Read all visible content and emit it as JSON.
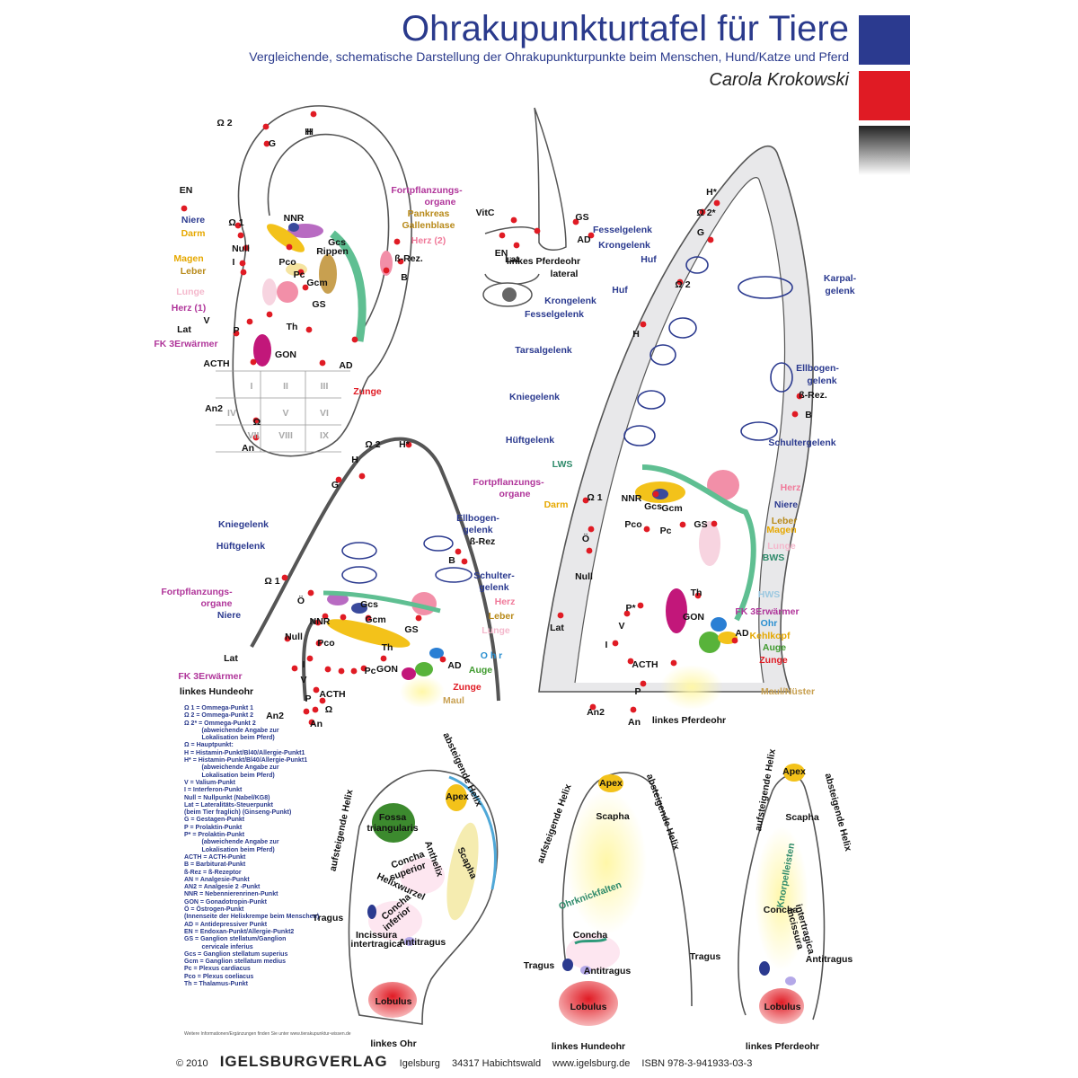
{
  "header": {
    "title": "Ohrakupunkturtafel für Tiere",
    "subtitle": "Vergleichende, schematische Darstellung der Ohrakupunkturpunkte beim Menschen, Hund/Katze und Pferd",
    "author": "Carola Krokowski"
  },
  "colors": {
    "point": "#e01b24",
    "navy": "#2b3a8f",
    "red": "#e01b24",
    "outline": "#555555"
  },
  "human_ear": {
    "labels": [
      "Ω 2",
      "H",
      "H",
      "G",
      "EN",
      "Niere",
      "Darm",
      "Ω 1",
      "NNR",
      "Null",
      "I",
      "Pco",
      "Gcs",
      "Magen",
      "Leber",
      "Pc",
      "Gcm",
      "Lunge",
      "GS",
      "Herz (1)",
      "V",
      "Lat",
      "P",
      "Th",
      "FK 3Erwärmer",
      "GON",
      "ACTH",
      "AD",
      "Zunge",
      "An2",
      "Ω",
      "An",
      "Fortpflanzungs-",
      "organe",
      "Pankreas",
      "Gallenblase",
      "Herz (2)",
      "ß-Rez.",
      "B",
      "Rippen"
    ],
    "zones": [
      "I",
      "II",
      "III",
      "IV",
      "V",
      "VI",
      "VII",
      "VIII",
      "IX"
    ]
  },
  "horse_head": {
    "labels": [
      "VitC",
      "GS",
      "EN",
      "AD",
      "Lat",
      "linkes Pferdeohr",
      "lateral"
    ]
  },
  "horse_ear": {
    "labels": [
      "H*",
      "Ω 2*",
      "Fesselgelenk",
      "Krongelenk",
      "G",
      "Huf",
      "Ω 2",
      "Karpal-",
      "gelenk",
      "Huf",
      "Krongelenk",
      "Fesselgelenk",
      "H",
      "Tarsalgelenk",
      "Ellbogen-",
      "gelenk",
      "ß-Rez.",
      "Kniegelenk",
      "B",
      "Hüftgelenk",
      "Schultergelenk",
      "LWS",
      "Fortpflanzungs-",
      "organe",
      "Ω 1",
      "Darm",
      "NNR",
      "Gcs",
      "Gcm",
      "Herz",
      "Niere",
      "Pco",
      "Pc",
      "GS",
      "Leber",
      "Magen",
      "Ö",
      "Lunge",
      "BWS",
      "Null",
      "HWS",
      "Th",
      "FK 3Erwärmer",
      "Ohr",
      "P*",
      "GON",
      "V",
      "AD",
      "Kehlkopf",
      "Lat",
      "I",
      "Auge",
      "Zunge",
      "ACTH",
      "Maul/Nüster",
      "P",
      "An2",
      "An",
      "linkes Pferdeohr"
    ]
  },
  "dog_ear": {
    "labels": [
      "Ω 2",
      "H*",
      "H",
      "G",
      "Kniegelenk",
      "Ellbogen-",
      "gelenk",
      "ß-Rez",
      "Hüftgelenk",
      "B",
      "Schulter-",
      "gelenk",
      "Ω 1",
      "Herz",
      "Fortpflanzungs-",
      "organe",
      "Ö",
      "Gcs",
      "Leber",
      "Niere",
      "NNR",
      "Gcm",
      "Null",
      "GS",
      "Lunge",
      "Pco",
      "Th",
      "O h r",
      "Lat",
      "I",
      "Pc",
      "GON",
      "AD",
      "Auge",
      "V",
      "FK 3Erwärmer",
      "ACTH",
      "Zunge",
      "linkes Hundeohr",
      "P",
      "Maul",
      "Ω",
      "An2",
      "An"
    ]
  },
  "legend": [
    "Ω 1 = Ommega-Punkt 1",
    "Ω 2 = Ommega-Punkt 2",
    "Ω 2* = Ommega-Punkt 2",
    "          (abweichende Angabe zur",
    "          Lokalisation beim Pferd)",
    "Ω = Hauptpunkt:",
    "H = Histamin-Punkt/Bl40/Allergie-Punkt1",
    "H* = Histamin-Punkt/Bl40/Allergie-Punkt1",
    "          (abweichende Angabe zur",
    "          Lokalisation beim Pferd)",
    "V = Valium-Punkt",
    "I = Interferon-Punkt",
    "Null = Nullpunkt (Nabel/KG8)",
    "Lat = Lateralitäts-Steuerpunkt",
    "(beim Tier fraglich) (Ginseng-Punkt)",
    "G = Gestagen-Punkt",
    "P = Prolaktin-Punkt",
    "P* = Prolaktin-Punkt",
    "          (abweichende Angabe zur",
    "          Lokalisation beim Pferd)",
    "ACTH = ACTH-Punkt",
    "B = Barbiturat-Punkt",
    "ß-Rez = ß-Rezeptor",
    "AN = Analgesie-Punkt",
    "AN2 = Analgesie 2 -Punkt",
    "NNR = Nebennierenrinen-Punkt",
    "GON = Gonadotropin-Punkt",
    "Ö = Östrogen-Punkt",
    "(Innenseite der Helixkrempe beim Menschen)",
    "AD = Antidepressiver Punkt",
    "EN = Endoxan-Punkt/Allergie-Punkt2",
    "GS = Ganglion stellatum/Ganglion",
    "          cervicale inferius",
    "Gcs = Ganglion stellatum superius",
    "Gcm = Ganglion stellatum medius",
    "Pc = Plexus cardiacus",
    "Pco = Plexus coeliacus",
    "Th = Thalamus-Punkt"
  ],
  "footnote": "Weitere Informationen/Ergänzungen finden Sie unter www.tierakupunktur-wissen.de",
  "anatomy_human": {
    "labels": [
      "absteigende Helix",
      "aufsteigende Helix",
      "Apex",
      "Fossa",
      "triangularis",
      "Scapha",
      "Anthelix",
      "Concha",
      "superior",
      "Helixwurzel",
      "Concha",
      "inferior",
      "Tragus",
      "Incissura",
      "intertragica",
      "Antitragus",
      "Lobulus",
      "linkes Ohr"
    ]
  },
  "anatomy_dog": {
    "labels": [
      "aufsteigende Helix",
      "absteigende Helix",
      "Apex",
      "Scapha",
      "Ohrknickfalten",
      "Concha",
      "Tragus",
      "Antitragus",
      "Lobulus",
      "linkes Hundeohr"
    ]
  },
  "anatomy_horse": {
    "labels": [
      "aufsteigende Helix",
      "absteigende Helix",
      "Apex",
      "Scapha",
      "Knorpelleisten",
      "Concha",
      "Incissura",
      "intertragica",
      "Tragus",
      "Antitragus",
      "Lobulus",
      "linkes Pferdeohr"
    ]
  },
  "footer": {
    "copyright": "© 2010",
    "publisher": "IGELSBURGVERLAG",
    "place": "Igelsburg",
    "address": "34317 Habichtswald",
    "web": "www.igelsburg.de",
    "isbn": "ISBN  978-3-941933-03-3"
  }
}
